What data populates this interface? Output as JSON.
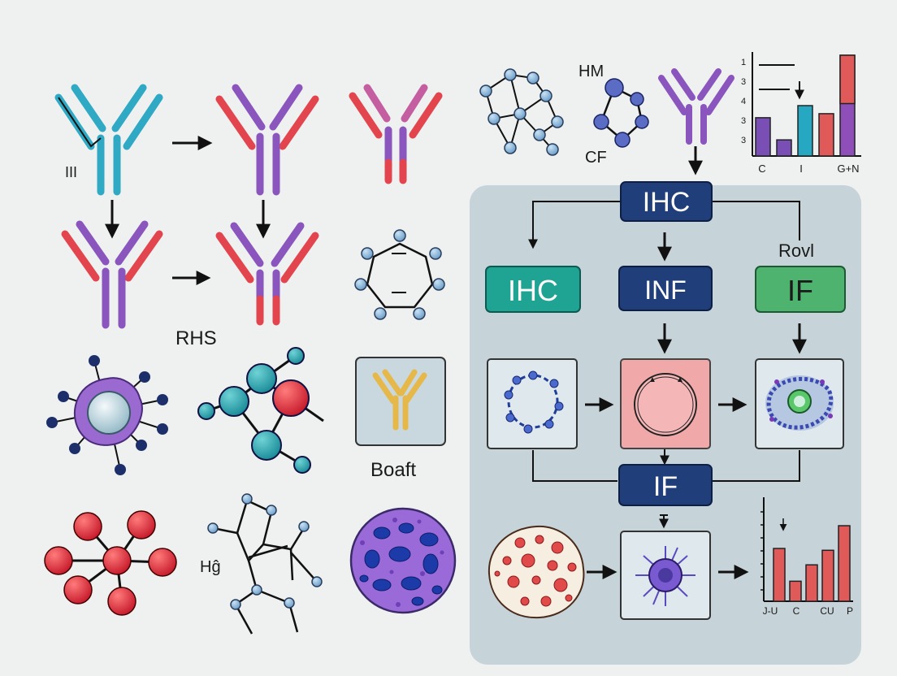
{
  "labels": {
    "antibody_tag": "III",
    "rhs": "RHS",
    "hm": "HM",
    "cf": "CF",
    "boaft": "Boaft",
    "hg": "Hĝ",
    "rovl": "Rovl"
  },
  "panel": {
    "top_box": "IHC",
    "left_box": "IHC",
    "mid_box": "INF",
    "right_box": "IF",
    "bottom_box": "IF"
  },
  "chart_top": {
    "type": "bar",
    "ytick_labels": [
      "1",
      "3",
      "4",
      "3",
      "3"
    ],
    "xtick_labels": [
      "C",
      "I",
      "G+N"
    ],
    "values": [
      0.38,
      0.16,
      0.5,
      0.42,
      1.0
    ],
    "stack_top": [
      0,
      0,
      0,
      0,
      0.48
    ],
    "colors": [
      "#7a4fb5",
      "#7a4fb5",
      "#27a8c2",
      "#e05a5a",
      "#8e4fb8"
    ]
  },
  "chart_bottom": {
    "type": "bar",
    "xtick_labels": [
      "J-U",
      "C",
      "CU",
      "P"
    ],
    "values": [
      0.58,
      0.22,
      0.4,
      0.56,
      0.83
    ],
    "color": "#e05a5a"
  },
  "colors": {
    "panel_bg": "#c6d3d8",
    "navy": "#1f3e7a",
    "teal": "#1fa392",
    "green": "#4db36e",
    "cyan": "#2fb3c9",
    "purple": "#8b55be",
    "red": "#e0474f"
  }
}
